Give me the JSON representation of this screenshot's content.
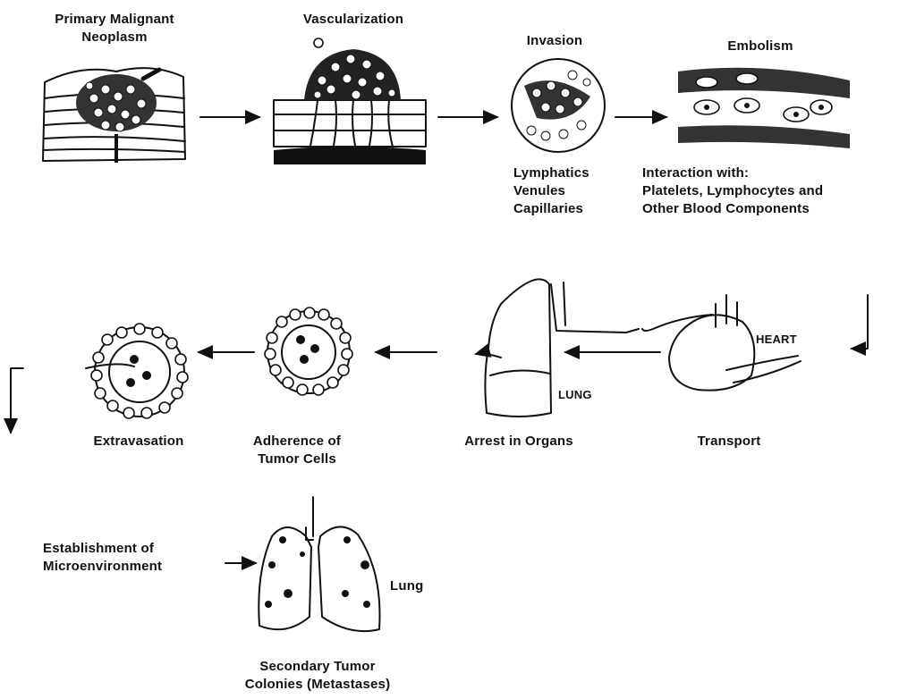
{
  "stages": {
    "primary": "Primary Malignant\nNeoplasm",
    "vascularization": "Vascularization",
    "invasion": "Invasion",
    "invasion_vessels": "Lymphatics\nVenules\nCapillaries",
    "embolism": "Embolism",
    "embolism_note": "Interaction with:\nPlatelets, Lymphocytes and\nOther Blood Components",
    "transport": "Transport",
    "heart": "HEART",
    "arrest": "Arrest in Organs",
    "lung_upper": "LUNG",
    "adherence": "Adherence of\nTumor Cells",
    "extravasation": "Extravasation",
    "microenvironment": "Establishment of\nMicroenvironment",
    "lung_lower": "Lung",
    "secondary": "Secondary Tumor\nColonies (Metastases)"
  }
}
